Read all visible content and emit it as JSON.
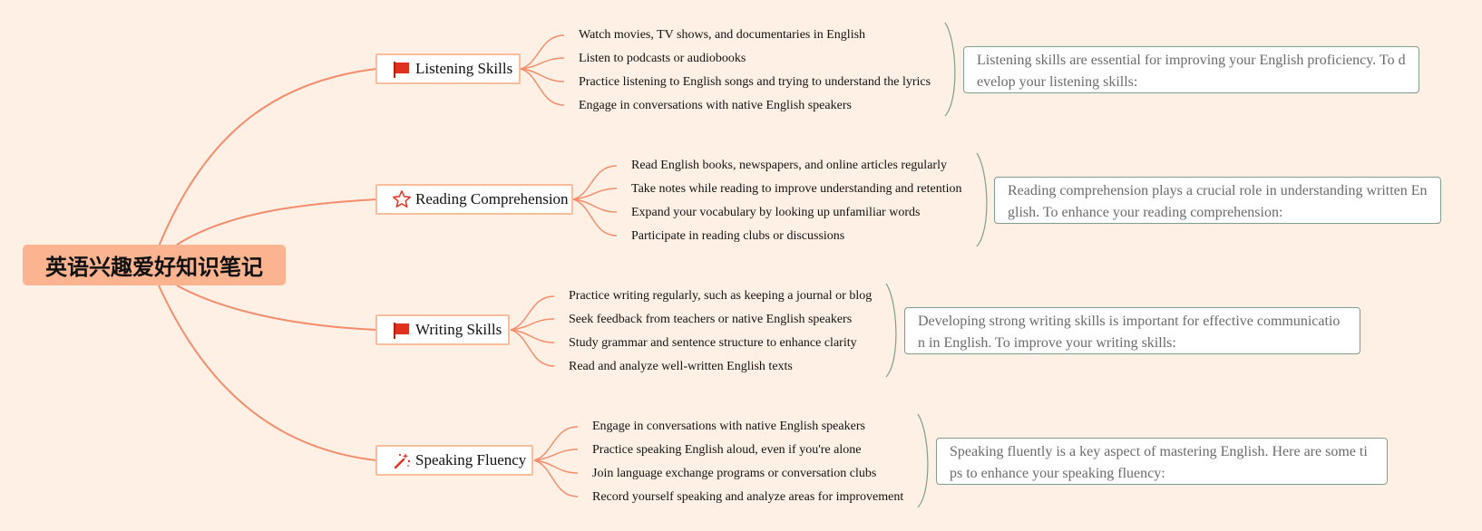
{
  "root": {
    "title": "英语兴趣爱好知识笔记"
  },
  "branches": [
    {
      "label": "Listening Skills",
      "icon": "flag-icon",
      "items": [
        "Watch movies, TV shows, and documentaries in English",
        "Listen to podcasts or audiobooks",
        "Practice listening to English songs and trying to understand the lyrics",
        "Engage in conversations with native English speakers"
      ],
      "note": "Listening skills are essential for improving your English proficiency. To develop your listening skills:"
    },
    {
      "label": "Reading Comprehension",
      "icon": "star-icon",
      "items": [
        "Read English books, newspapers, and online articles regularly",
        "Take notes while reading to improve understanding and retention",
        "Expand your vocabulary by looking up unfamiliar words",
        "Participate in reading clubs or discussions"
      ],
      "note": "Reading comprehension plays a crucial role in understanding written English. To enhance your reading comprehension:"
    },
    {
      "label": "Writing Skills",
      "icon": "flag-icon",
      "items": [
        "Practice writing regularly, such as keeping a journal or blog",
        "Seek feedback from teachers or native English speakers",
        "Study grammar and sentence structure to enhance clarity",
        "Read and analyze well-written English texts"
      ],
      "note": "Developing strong writing skills is important for effective communication in English. To improve your writing skills:"
    },
    {
      "label": "Speaking Fluency",
      "icon": "magic-wand-icon",
      "items": [
        "Engage in conversations with native English speakers",
        "Practice speaking English aloud, even if you're alone",
        "Join language exchange programs or conversation clubs",
        "Record yourself speaking and analyze areas for improvement"
      ],
      "note": "Speaking fluently is a key aspect of mastering English. Here are some tips to enhance your speaking fluency:"
    }
  ],
  "colors": {
    "background": "#fff0e5",
    "root_fill": "#fbb48f",
    "link": "#f58d6b",
    "branch_border": "#f9bd9b",
    "note_border": "#7f9e8c",
    "icon_red": "#e0301e"
  }
}
